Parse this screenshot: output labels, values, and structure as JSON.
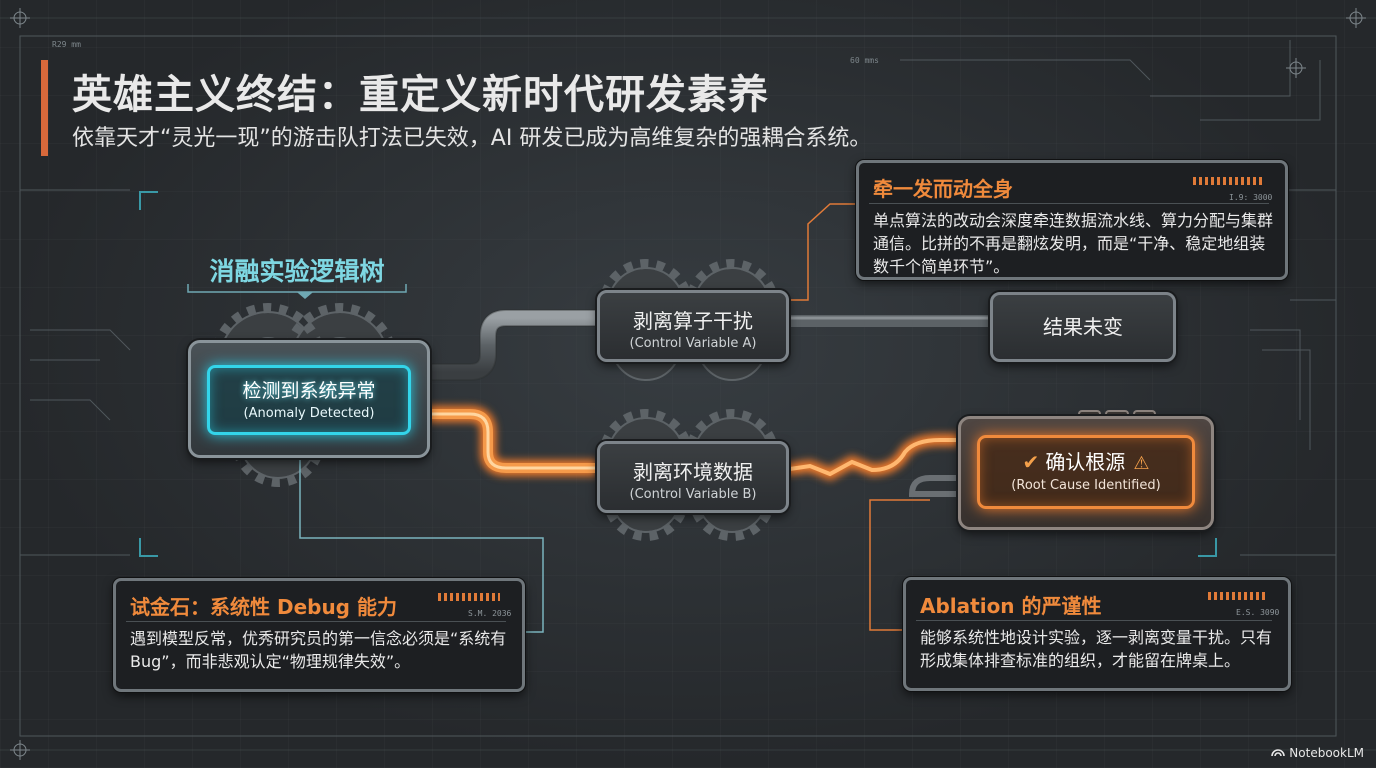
{
  "header": {
    "title": "英雄主义终结：重定义新时代研发素养",
    "subtitle": "依靠天才“灵光一现”的游击队打法已失效，AI 研发已成为高维复杂的强耦合系统。"
  },
  "frame_labels": {
    "top_left": "R29 mm",
    "top_mid": "60 mms"
  },
  "diagram": {
    "section_title": "消融实验逻辑树",
    "nodes": {
      "anomaly": {
        "label": "检测到系统异常",
        "sublabel": "(Anomaly Detected)"
      },
      "ablate_a": {
        "label": "剥离算子干扰",
        "sublabel": "(Control Variable A)"
      },
      "result": {
        "label": "结果未变"
      },
      "ablate_b": {
        "label": "剥离环境数据",
        "sublabel": "(Control Variable B)"
      },
      "root_cause": {
        "label": "确认根源",
        "sublabel": "(Root Cause Identified)",
        "check_icon": "✔",
        "warning_icon": "⚠"
      }
    }
  },
  "cards": {
    "coupling": {
      "title": "牵一发而动全身",
      "tag": "I.9: 3000",
      "body": "单点算法的改动会深度牵连数据流水线、算力分配与集群通信。比拼的不再是翻炫发明，而是“干净、稳定地组装数千个简单环节”。"
    },
    "debug": {
      "title": "试金石：系统性 Debug 能力",
      "tag": "S.M. 2036",
      "body": "遇到模型反常，优秀研究员的第一信念必须是“系统有 Bug”，而非悲观认定“物理规律失效”。"
    },
    "ablation": {
      "title": "Ablation 的严谨性",
      "tag": "E.S. 3090",
      "body": "能够系统性地设计实验，逐一剥离变量干扰。只有形成集体排查标准的组织，才能留在牌桌上。"
    }
  },
  "brand": {
    "name": "NotebookLM"
  },
  "colors": {
    "accent_orange": "#f08a3c",
    "accent_cyan": "#33d5ea",
    "background": "#25282b"
  }
}
